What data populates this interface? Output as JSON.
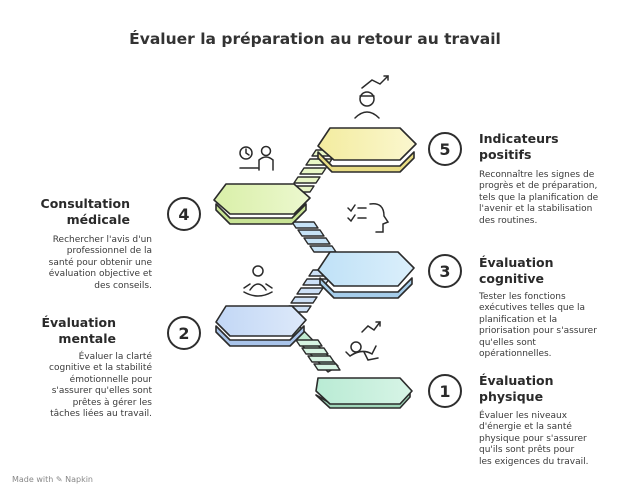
{
  "title": "Évaluer la préparation au retour au travail",
  "steps": [
    {
      "number": "1",
      "title": "Évaluation physique",
      "desc": "Évaluer les niveaux d'énergie et la santé physique pour s'assurer qu'ils sont prêts pour les exigences du travail.",
      "color": "#c9f0dc"
    },
    {
      "number": "2",
      "title": "Évaluation mentale",
      "desc": "Évaluer la clarté cognitive et la stabilité émotionnelle pour s'assurer qu'elles sont prêtes à gérer les tâches liées au travail.",
      "color": "#cfe0f7"
    },
    {
      "number": "3",
      "title": "Évaluation cognitive",
      "desc": "Tester les fonctions exécutives telles que la planification et la priorisation pour s'assurer qu'elles sont opérationnelles.",
      "color": "#c8e6f8"
    },
    {
      "number": "4",
      "title": "Consultation médicale",
      "desc": "Rechercher l'avis d'un professionnel de la santé pour obtenir une évaluation objective et des conseils.",
      "color": "#e2f3b8"
    },
    {
      "number": "5",
      "title": "Indicateurs positifs",
      "desc": "Reconnaître les signes de progrès et de préparation, tels que la planification de l'avenir et la stabilisation des routines.",
      "color": "#f7f2b5"
    }
  ],
  "footer": "Made with ✎ Napkin"
}
